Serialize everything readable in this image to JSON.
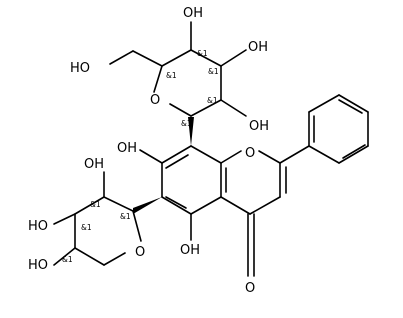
{
  "molecule": {
    "atom_labels": {
      "ho_glc_6": "HO",
      "oh_glc_4": "OH",
      "oh_glc_3": "OH",
      "oh_glc_2": "OH",
      "o_glc_ring": "O",
      "oh_c7": "OH",
      "o_chromone": "O",
      "oh_ara_3": "OH",
      "ho_ara_2": "HO",
      "ho_ara_1": "HO",
      "o_ara_ring": "O",
      "oh_c5": "OH",
      "o_carbonyl": "O"
    },
    "stereo_labels": {
      "glc_c5": "&1",
      "glc_c4": "&1",
      "glc_c3": "&1",
      "glc_c2": "&1",
      "glc_c1": "&1",
      "ara_c3": "&1",
      "ara_c2": "&1",
      "ara_c1": "&1",
      "ara_c4": "&1"
    }
  }
}
